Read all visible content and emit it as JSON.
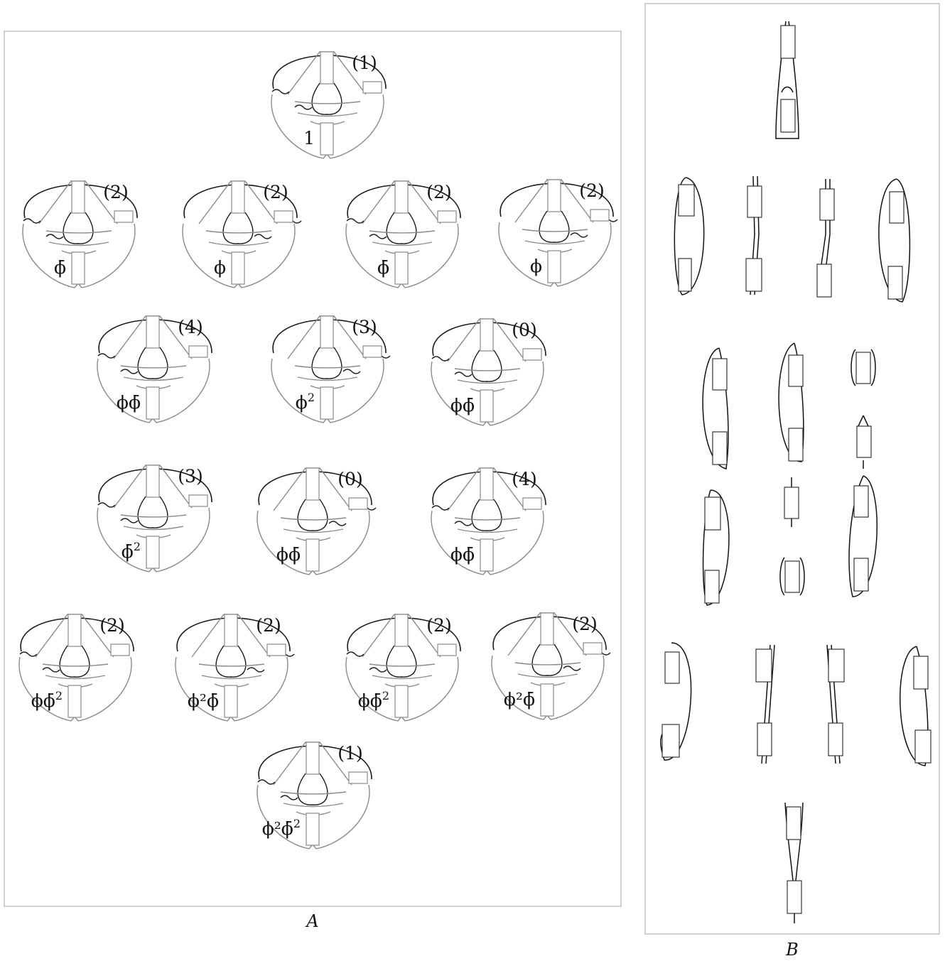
{
  "panels": [
    {
      "id": "A",
      "caption": "A",
      "rows": [
        {
          "figures": [
            {
              "count": "(1)",
              "term": {
                "base": "1",
                "sup": ""
              }
            }
          ]
        },
        {
          "figures": [
            {
              "count": "(2)",
              "term": {
                "base": "ϕ̄",
                "sup": ""
              }
            },
            {
              "count": "(2)",
              "term": {
                "base": "ϕ",
                "sup": ""
              }
            },
            {
              "count": "(2)",
              "term": {
                "base": "ϕ̄",
                "sup": ""
              }
            },
            {
              "count": "(2)",
              "term": {
                "base": "ϕ",
                "sup": ""
              }
            }
          ]
        },
        {
          "figures": [
            {
              "count": "(4)",
              "term": {
                "base": "ϕϕ̄",
                "sup": ""
              }
            },
            {
              "count": "(3)",
              "term": {
                "base": "ϕ",
                "sup": "2"
              }
            },
            {
              "count": "(0)",
              "term": {
                "base": "ϕϕ̄",
                "sup": ""
              }
            }
          ]
        },
        {
          "figures": [
            {
              "count": "(3)",
              "term": {
                "base": "ϕ̄",
                "sup": "2"
              }
            },
            {
              "count": "(0)",
              "term": {
                "base": "ϕϕ̄",
                "sup": ""
              }
            },
            {
              "count": "(4)",
              "term": {
                "base": "ϕϕ̄",
                "sup": ""
              }
            }
          ]
        },
        {
          "figures": [
            {
              "count": "(2)",
              "term": {
                "base": "ϕϕ̄",
                "sup": "2"
              }
            },
            {
              "count": "(2)",
              "term": {
                "base": "ϕ²ϕ̄",
                "sup": ""
              }
            },
            {
              "count": "(2)",
              "term": {
                "base": "ϕϕ̄",
                "sup": "2"
              }
            },
            {
              "count": "(2)",
              "term": {
                "base": "ϕ²ϕ̄",
                "sup": ""
              }
            }
          ]
        },
        {
          "figures": [
            {
              "count": "(1)",
              "term": {
                "base": "ϕ²ϕ̄",
                "sup": "2"
              }
            }
          ]
        }
      ]
    },
    {
      "id": "B",
      "caption": "B",
      "rows": [
        {
          "figures": [
            {
              "shape": "double-tube-vertical"
            }
          ]
        },
        {
          "figures": [
            {
              "shape": "loop-left"
            },
            {
              "shape": "thin-s-right"
            },
            {
              "shape": "thin-s-left"
            },
            {
              "shape": "loop-right"
            }
          ]
        },
        {
          "figures": [
            {
              "shape": "long-loop-left"
            },
            {
              "shape": "s-loop-left"
            },
            {
              "shape": "short-barrel"
            }
          ]
        },
        {
          "figures": [
            {
              "shape": "capped-tube"
            }
          ]
        },
        {
          "figures": [
            {
              "shape": "s-loop-right"
            },
            {
              "shape": "capped-tube"
            },
            {
              "shape": "long-loop-right"
            }
          ]
        },
        {
          "figures": [
            {
              "shape": "short-barrel"
            }
          ]
        },
        {
          "figures": [
            {
              "shape": "hook-left"
            },
            {
              "shape": "hook-thin-left"
            },
            {
              "shape": "hook-thin-right"
            },
            {
              "shape": "hook-right"
            }
          ]
        },
        {
          "figures": [
            {
              "shape": "double-tube-vertical-inverted"
            }
          ]
        }
      ]
    }
  ]
}
